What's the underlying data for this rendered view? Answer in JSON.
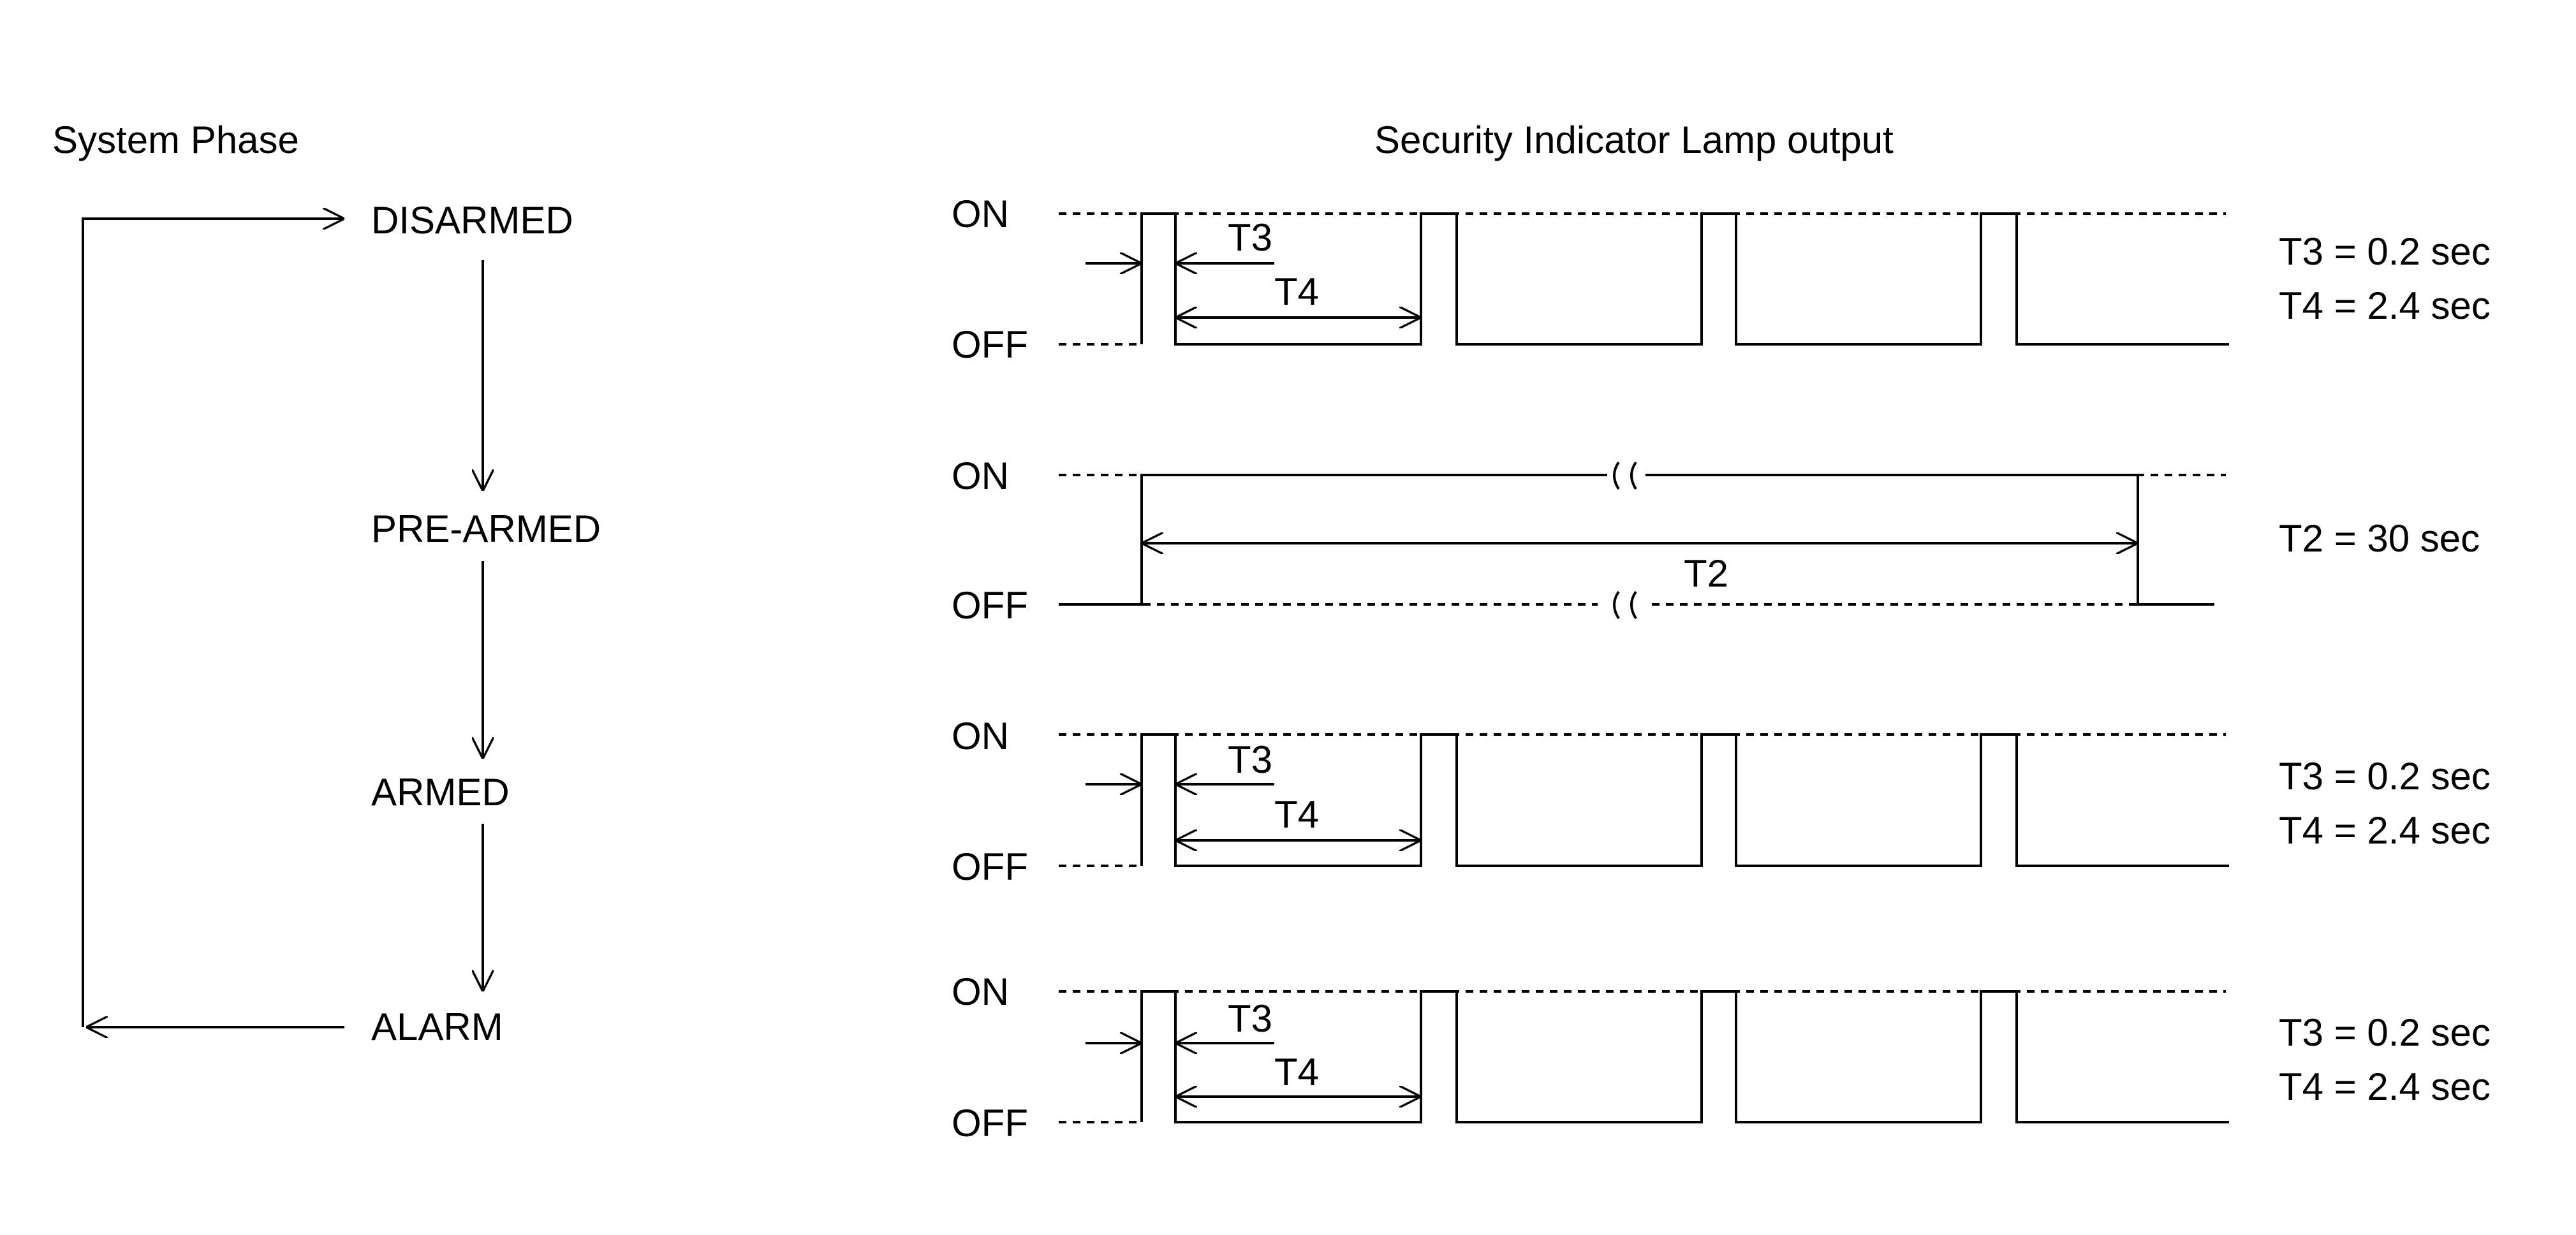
{
  "headers": {
    "system_phase": "System Phase",
    "lamp_output": "Security Indicator Lamp output"
  },
  "phases": [
    "DISARMED",
    "PRE-ARMED",
    "ARMED",
    "ALARM"
  ],
  "levels": {
    "on": "ON",
    "off": "OFF"
  },
  "waveforms": [
    {
      "phase": "DISARMED",
      "markers": [
        "T3",
        "T4"
      ],
      "specs": [
        "T3 = 0.2 sec",
        "T4 = 2.4 sec"
      ]
    },
    {
      "phase": "PRE-ARMED",
      "markers": [
        "T2"
      ],
      "specs": [
        "T2 = 30 sec"
      ]
    },
    {
      "phase": "ARMED",
      "markers": [
        "T3",
        "T4"
      ],
      "specs": [
        "T3 = 0.2 sec",
        "T4 = 2.4 sec"
      ]
    },
    {
      "phase": "ALARM",
      "markers": [
        "T3",
        "T4"
      ],
      "specs": [
        "T3 = 0.2 sec",
        "T4 = 2.4 sec"
      ]
    }
  ]
}
